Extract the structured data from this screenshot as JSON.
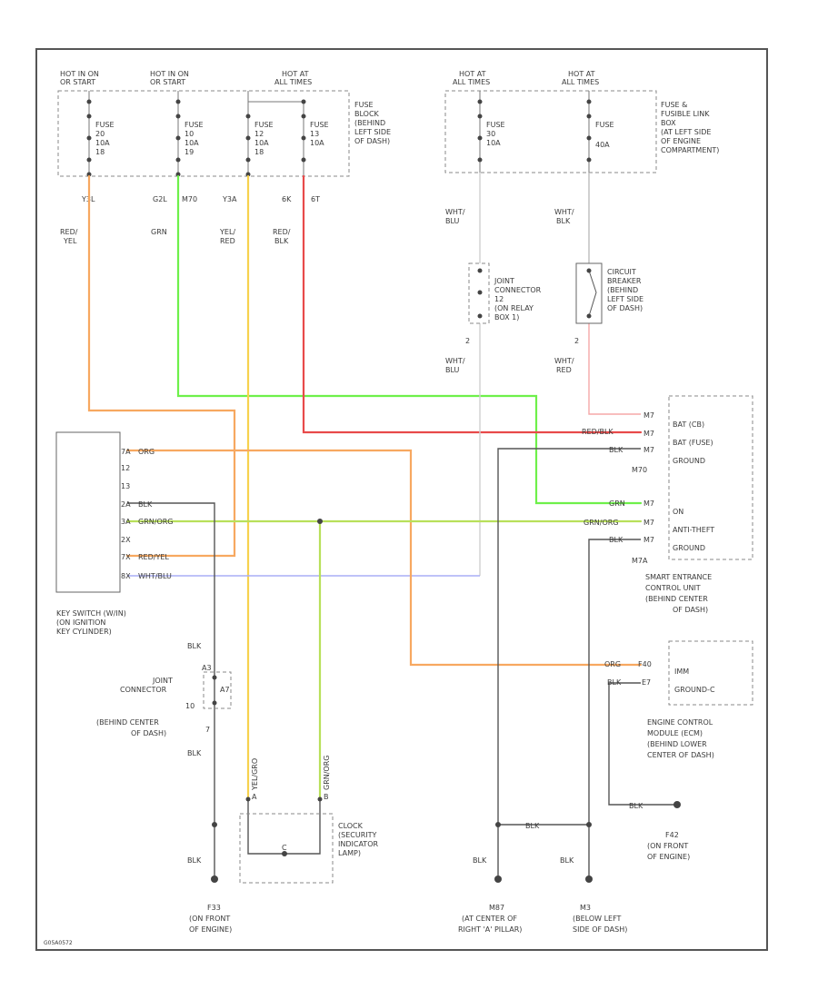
{
  "fuses": {
    "grp1_label": [
      "HOT IN ON",
      "OR START"
    ],
    "grp2_label": [
      "HOT IN ON",
      "OR START"
    ],
    "grp3_label": [
      "HOT AT",
      "ALL TIMES"
    ],
    "grp4_label": [
      "HOT AT",
      "ALL TIMES"
    ],
    "grp5_label": [
      "HOT AT",
      "ALL TIMES"
    ],
    "f1": [
      "FUSE",
      "20",
      "10A",
      "18"
    ],
    "f2": [
      "FUSE",
      "10",
      "10A",
      "19"
    ],
    "f3": [
      "FUSE",
      "12",
      "10A",
      "18"
    ],
    "f4": [
      "FUSE",
      "13",
      "10A"
    ],
    "f5": [
      "FUSE",
      "30",
      "10A"
    ],
    "f6": [
      "FUSE",
      "40A"
    ],
    "fuse_block": [
      "FUSE",
      "BLOCK",
      "(BEHIND",
      "LEFT SIDE",
      "OF DASH)"
    ],
    "fusible_box": [
      "FUSE &",
      "FUSIBLE LINK",
      "BOX",
      "(AT LEFT SIDE",
      "OF ENGINE",
      "COMPARTMENT)"
    ]
  },
  "wires": {
    "pin_yel": "Y3L",
    "pin_g2l": "G2L",
    "pin_m70": "M70",
    "pin_y3a": "Y3A",
    "pin_6k": "6K",
    "pin_6t": "6T",
    "c_redyel": [
      "RED/",
      "YEL"
    ],
    "c_grn": "GRN",
    "c_yelred": [
      "YEL/",
      "RED"
    ],
    "c_redblk": [
      "RED/",
      "BLK"
    ],
    "c_whtblu1": [
      "WHT/",
      "BLU"
    ],
    "c_whtblk": [
      "WHT/",
      "BLK"
    ],
    "c_whtblu2": [
      "WHT/",
      "BLU"
    ],
    "c_whtred": [
      "WHT/",
      "RED"
    ],
    "n2a": "2",
    "n2b": "2",
    "ign_bus": "YEL/GRO",
    "ant_bus": "GRN/ORG"
  },
  "components": {
    "joint_connector_top": [
      "JOINT",
      "CONNECTOR",
      "12",
      "(ON RELAY",
      "BOX 1)"
    ],
    "circuit_breaker": [
      "CIRCUIT",
      "BREAKER",
      "(BEHIND",
      "LEFT SIDE",
      "OF DASH)"
    ],
    "key_switch": [
      "KEY SWITCH (W/IN)",
      "(ON IGNITION",
      "KEY CYLINDER)"
    ],
    "key_pins": {
      "p1": "7A",
      "p2": "12",
      "p3": "13",
      "p4": "2A",
      "p5": "3A",
      "p6": "2X",
      "p7": "7X",
      "p8": "8X"
    },
    "key_wire_labels": {
      "orr": "ORG",
      "blk": "BLK",
      "grnorg": "GRN/ORG",
      "redyel": "RED/YEL",
      "whtblu": "WHT/BLU"
    },
    "smart": [
      "SMART ENTRANCE",
      "CONTROL UNIT",
      "(BEHIND CENTER",
      "OF DASH)"
    ],
    "smart_pins": {
      "bat_cb": "BAT (CB)",
      "bat_fuse": "BAT (FUSE)",
      "ground": "GROUND",
      "on": "ON",
      "anti_theft": "ANTI-THEFT",
      "ground2": "GROUND"
    },
    "smart_wire_labels": {
      "w1": "RED/BLK",
      "w2": "BLK",
      "w3": "GRN",
      "w4": "GRN/ORG",
      "w5": "BLK",
      "w_ret": "WHT/RED",
      "n1": "M7",
      "n2": "M7",
      "n3": "M7",
      "n4": "M7",
      "n5": "M7",
      "n6": "M7",
      "m70": "M70",
      "m7a": "M7A"
    },
    "ecm": [
      "ENGINE CONTROL",
      "MODULE (ECM)",
      "(BEHIND LOWER",
      "CENTER OF DASH)"
    ],
    "ecm_pins": {
      "imm": "IMM",
      "gnd": "GROUND-C"
    },
    "ecm_wire_labels": {
      "org": "ORG",
      "blk": "BLK",
      "n1": "F40",
      "n2": "E7"
    },
    "joint_connector_mid": [
      "JOINT",
      "CONNECTOR",
      "10",
      "(BEHIND CENTER",
      "OF DASH)"
    ],
    "jc_pins": {
      "a": "A3",
      "b": "A7",
      "c": "7"
    },
    "security_lamp": [
      "CLOCK",
      "(SECURITY",
      "INDICATOR",
      "LAMP)"
    ],
    "sl_pins": {
      "a": "A",
      "b": "B",
      "c": "C"
    },
    "sl_wires": {
      "l": "YEL/GRO",
      "r": "GRN/ORG"
    },
    "blk_labels": [
      "BLK",
      "BLK",
      "BLK",
      "BLK",
      "BLK",
      "BLK",
      "BLK"
    ]
  },
  "grounds": {
    "f33": [
      "F33",
      "(ON FRONT",
      "OF ENGINE)"
    ],
    "m87": [
      "M87",
      "(AT CENTER OF",
      "RIGHT 'A' PILLAR)"
    ],
    "m3": [
      "M3",
      "(BELOW LEFT",
      "SIDE OF DASH)"
    ],
    "f42": [
      "F42",
      "(ON FRONT",
      "OF ENGINE)"
    ]
  },
  "footer": {
    "code": "G05A0572"
  },
  "colors": {
    "orange": "#f7a860",
    "green": "#6ef04a",
    "yellow": "#f7d24e",
    "red": "#e84a4a",
    "pink": "#f5a9a9",
    "blue": "#a9aef5",
    "lime": "#b8e05a",
    "black": "#444444"
  }
}
